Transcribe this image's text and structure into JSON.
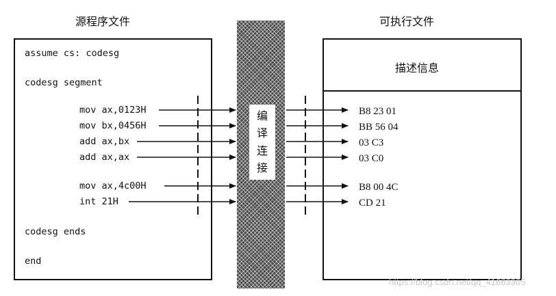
{
  "left_title": "源程序文件",
  "right_title": "可执行文件",
  "source_lines": [
    "assume cs: codesg",
    "codesg segment",
    "mov ax,0123H",
    "mov bx,0456H",
    "add ax,bx",
    "add ax,ax",
    "mov ax,4c00H",
    "int 21H",
    "codesg ends",
    "end"
  ],
  "process_label": [
    "编",
    "译",
    "连",
    "接"
  ],
  "exe_header": "描述信息",
  "machine_code": [
    "B8 23 01",
    "BB 56 04",
    "03 C3",
    "03 C0",
    "B8 00 4C",
    "CD 21"
  ],
  "watermark": "https://blog.csdn.net/qq_41683305"
}
